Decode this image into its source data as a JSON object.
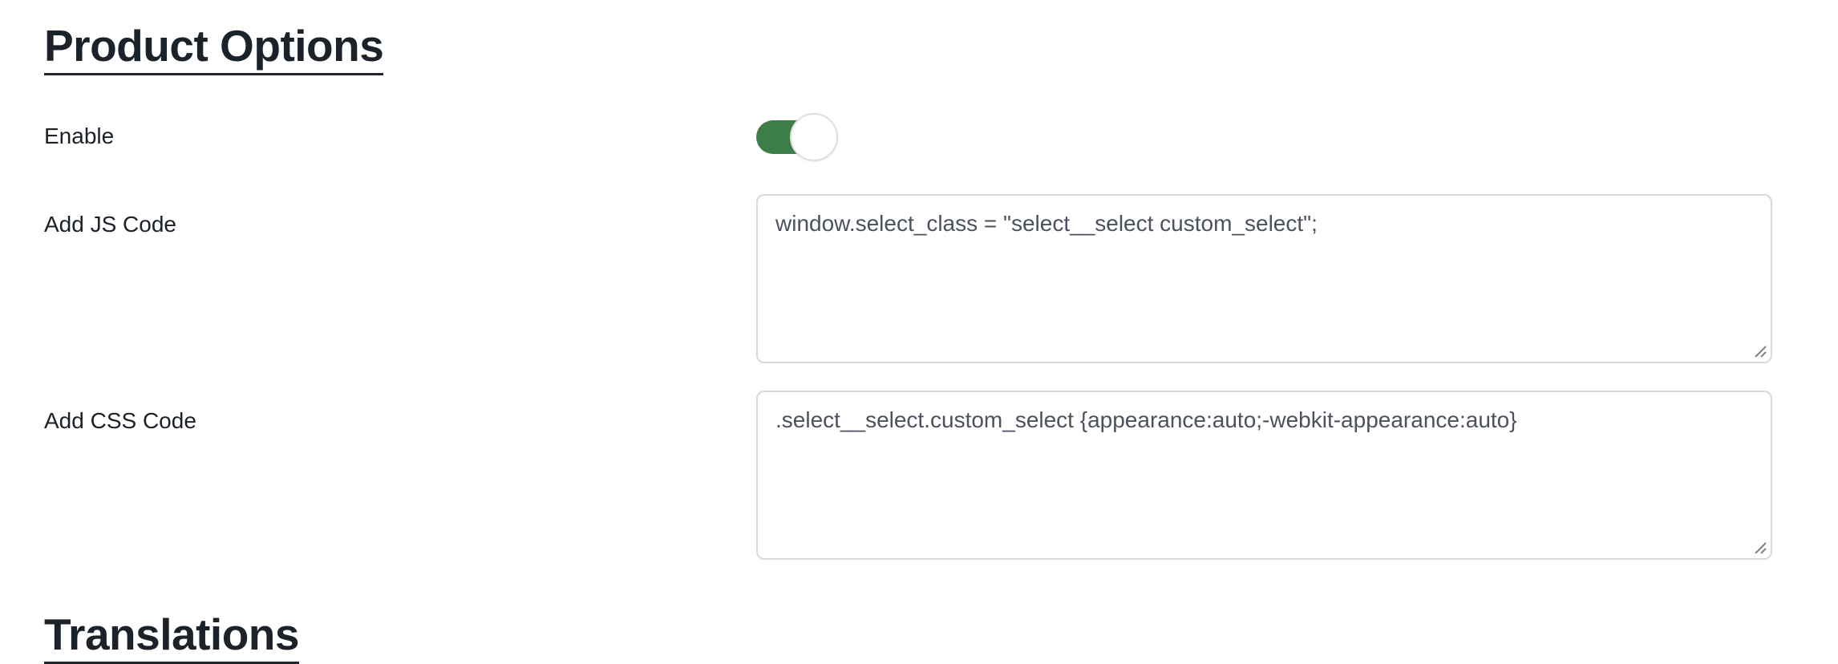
{
  "sections": {
    "product_options": {
      "title": "Product Options",
      "enable": {
        "label": "Enable",
        "state": "on"
      },
      "js": {
        "label": "Add JS Code",
        "value": "window.select_class = \"select__select custom_select\";"
      },
      "css": {
        "label": "Add CSS Code",
        "value": ".select__select.custom_select {appearance:auto;-webkit-appearance:auto}"
      }
    },
    "translations": {
      "title": "Translations"
    }
  },
  "icons": {
    "resize_grip": "resize-grip-icon"
  },
  "colors": {
    "toggle_on_green": "#3c7d48",
    "toggle_knob": "#ffffff",
    "toggle_knob_border": "#dddfe1",
    "textarea_border": "#d6d9de",
    "textarea_text": "#4b525d",
    "heading_text": "#1c222a",
    "page_background": "#ffffff"
  }
}
